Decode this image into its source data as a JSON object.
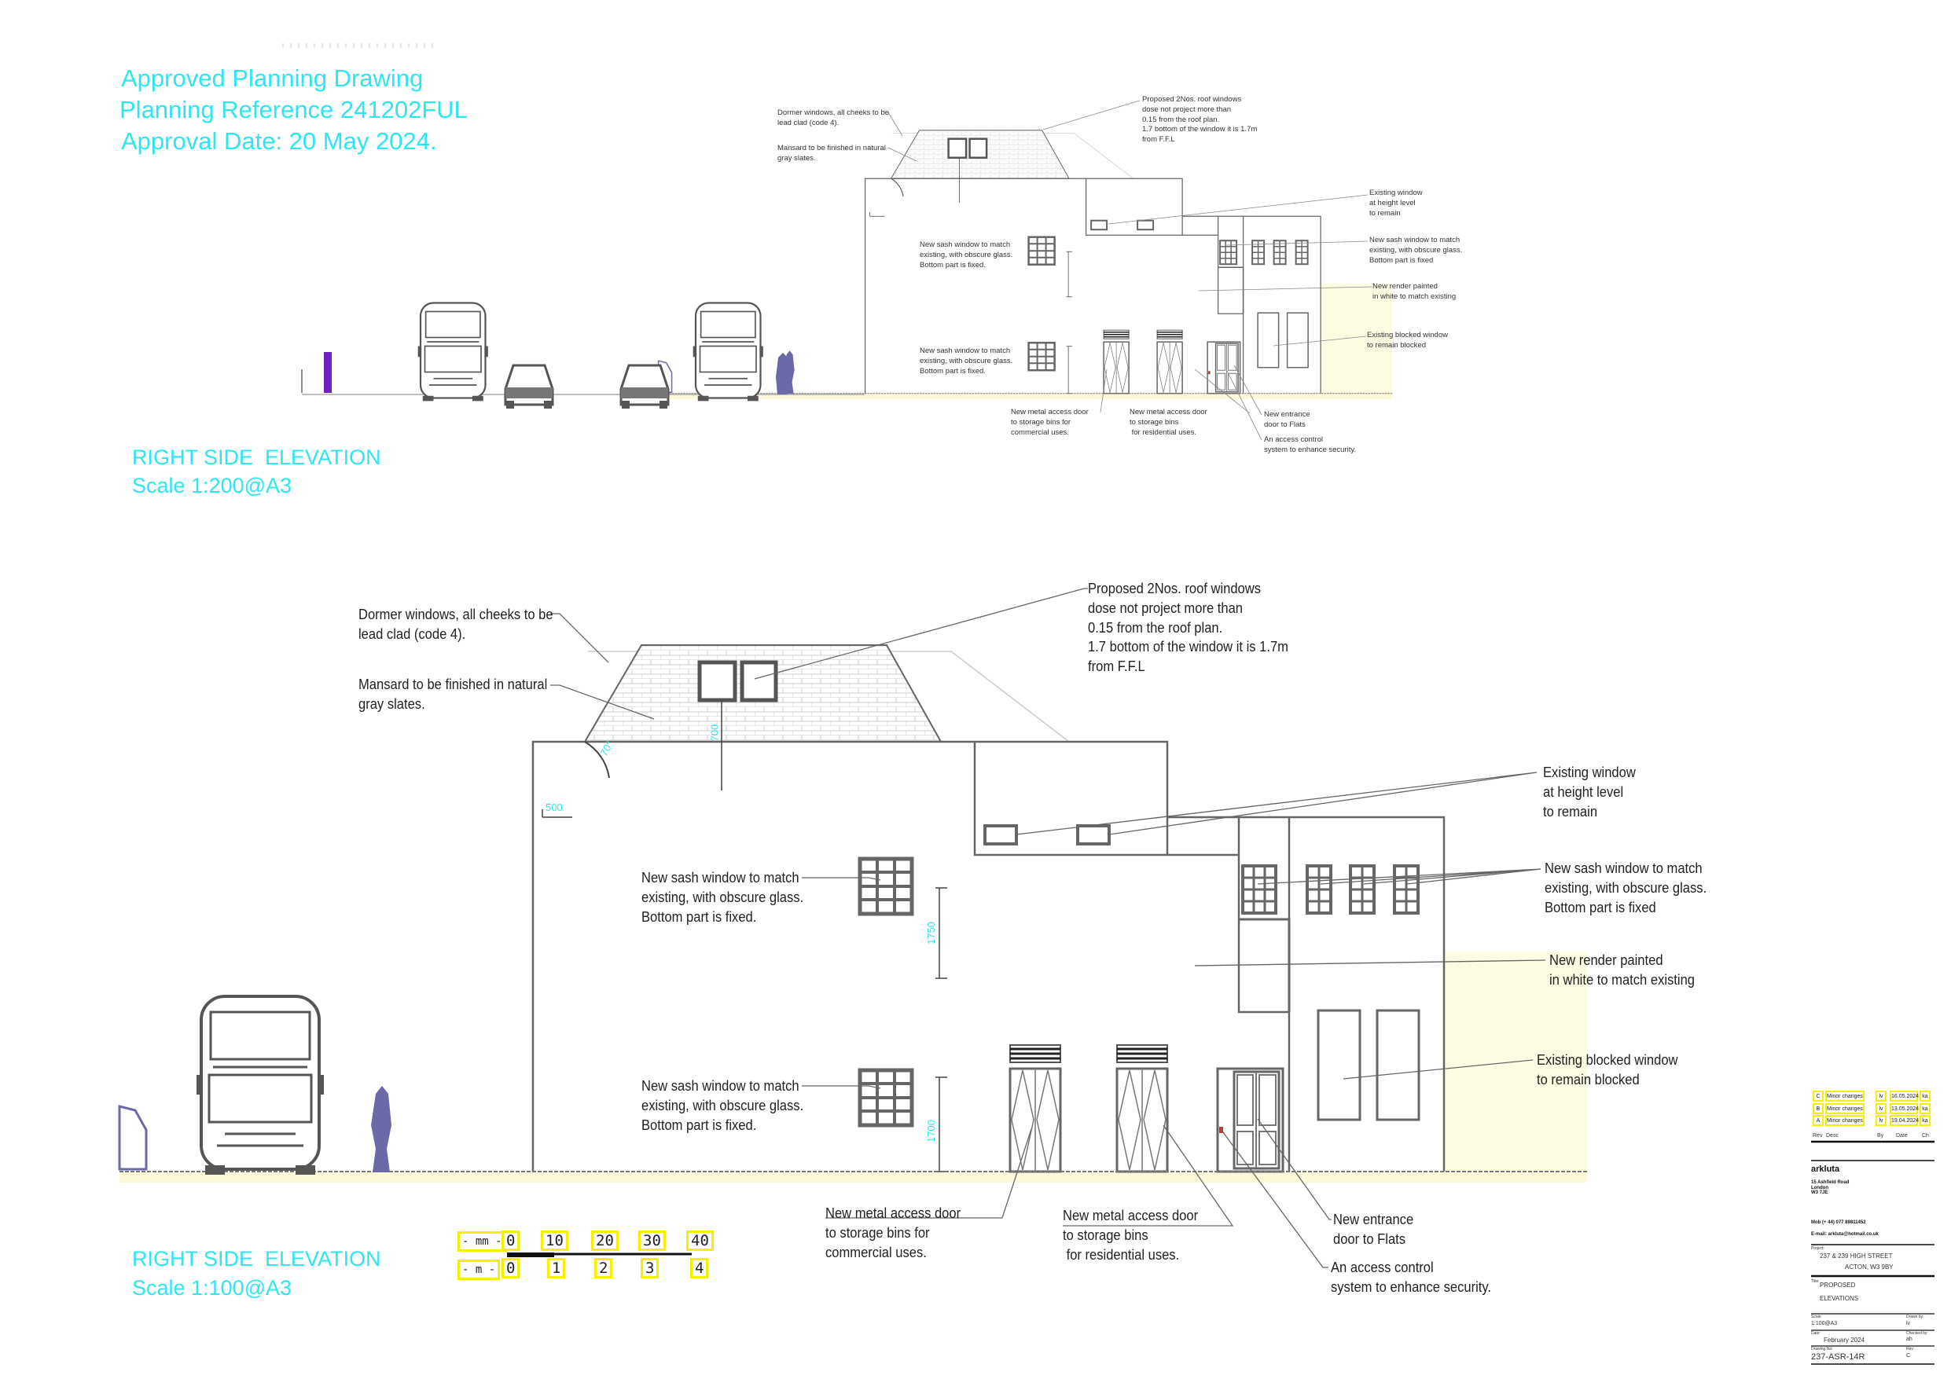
{
  "approval": {
    "line1": "Approved Planning Drawing",
    "line2": "Planning Reference 241202FUL",
    "line3": "Approval Date: 20 May 2024."
  },
  "elevation_small": {
    "title": "RIGHT SIDE  ELEVATION",
    "scale": "Scale 1:200@A3"
  },
  "elevation_large": {
    "title": "RIGHT SIDE  ELEVATION",
    "scale": "Scale 1:100@A3"
  },
  "annotations": {
    "dormer": "Dormer windows, all cheeks to be\nlead clad (code 4).",
    "mansard": "Mansard to be finished in natural\ngray slates.",
    "roof_windows": "Proposed 2Nos. roof windows\ndose not project more than\n0.15 from the roof plan.\n1.7 bottom of the window it is 1.7m\nfrom F.F.L",
    "existing_window": "Existing window\nat height level\nto remain",
    "sash_right": "New sash window to match\nexisting, with obscure glass.\nBottom part is fixed",
    "render": "New render painted\nin white to match existing",
    "blocked_window": "Existing blocked window\nto remain blocked",
    "sash_left_upper": "New sash window to match\nexisting, with obscure glass.\nBottom part is fixed.",
    "sash_left_lower": "New sash window to match\nexisting, with obscure glass.\nBottom part is fixed.",
    "door_commercial": "New metal access door\nto storage bins for\ncommercial uses.",
    "door_residential": "New metal access door\nto storage bins\n for residential uses.",
    "entrance": "New entrance\ndoor to Flats",
    "access_control": "An access control\nsystem to enhance security."
  },
  "dimensions": {
    "roof": "700",
    "parapet": "500",
    "upper_sill": "1750",
    "lower_sill": "1700",
    "angle": "70°"
  },
  "scale_bar": {
    "mm_label": "- mm -",
    "m_label": "- m -",
    "mm_ticks": [
      "0",
      "10",
      "20",
      "30",
      "40"
    ],
    "m_ticks": [
      "0",
      "1",
      "2",
      "3",
      "4"
    ]
  },
  "title_block": {
    "revisions": [
      {
        "rev": "C",
        "desc": "Minor changes",
        "by": "lv",
        "date": "16.05.2024",
        "ch": "ka"
      },
      {
        "rev": "B",
        "desc": "Minor changes",
        "by": "lv",
        "date": "13.05.2024",
        "ch": "ka"
      },
      {
        "rev": "A",
        "desc": "Minor changes",
        "by": "lv",
        "date": "19.04.2024",
        "ch": "ka"
      }
    ],
    "rev_headers": {
      "rev": "Rev",
      "desc": "Desc",
      "by": "By",
      "date": "Date",
      "ch": "Ch"
    },
    "company": "arkluta",
    "address": "15 Ashfield Road\nLondon\nW3 7JE",
    "mobile": "Mob (+ 44) 077 89811452",
    "email": "E-mail: arkluta@hotmail.co.uk",
    "project_label": "Project:",
    "project_line1": "237 & 239 HIGH STREET",
    "project_line2": "ACTON, W3 9BY",
    "title_label": "Title:",
    "title_line1": "PROPOSED",
    "title_line2": "ELEVATIONS",
    "scale_label": "Scale:",
    "scale": "1:100@A3",
    "drawn_label": "Drawn by:",
    "drawn": "lv",
    "date_label": "Date:",
    "date": "February  2024",
    "checked_label": "Checked by:",
    "checked": "ah",
    "drawing_no_label": "Drawing No:",
    "drawing_no": "237-ASR-14R",
    "rev_label": "Rev:",
    "rev": "C"
  }
}
